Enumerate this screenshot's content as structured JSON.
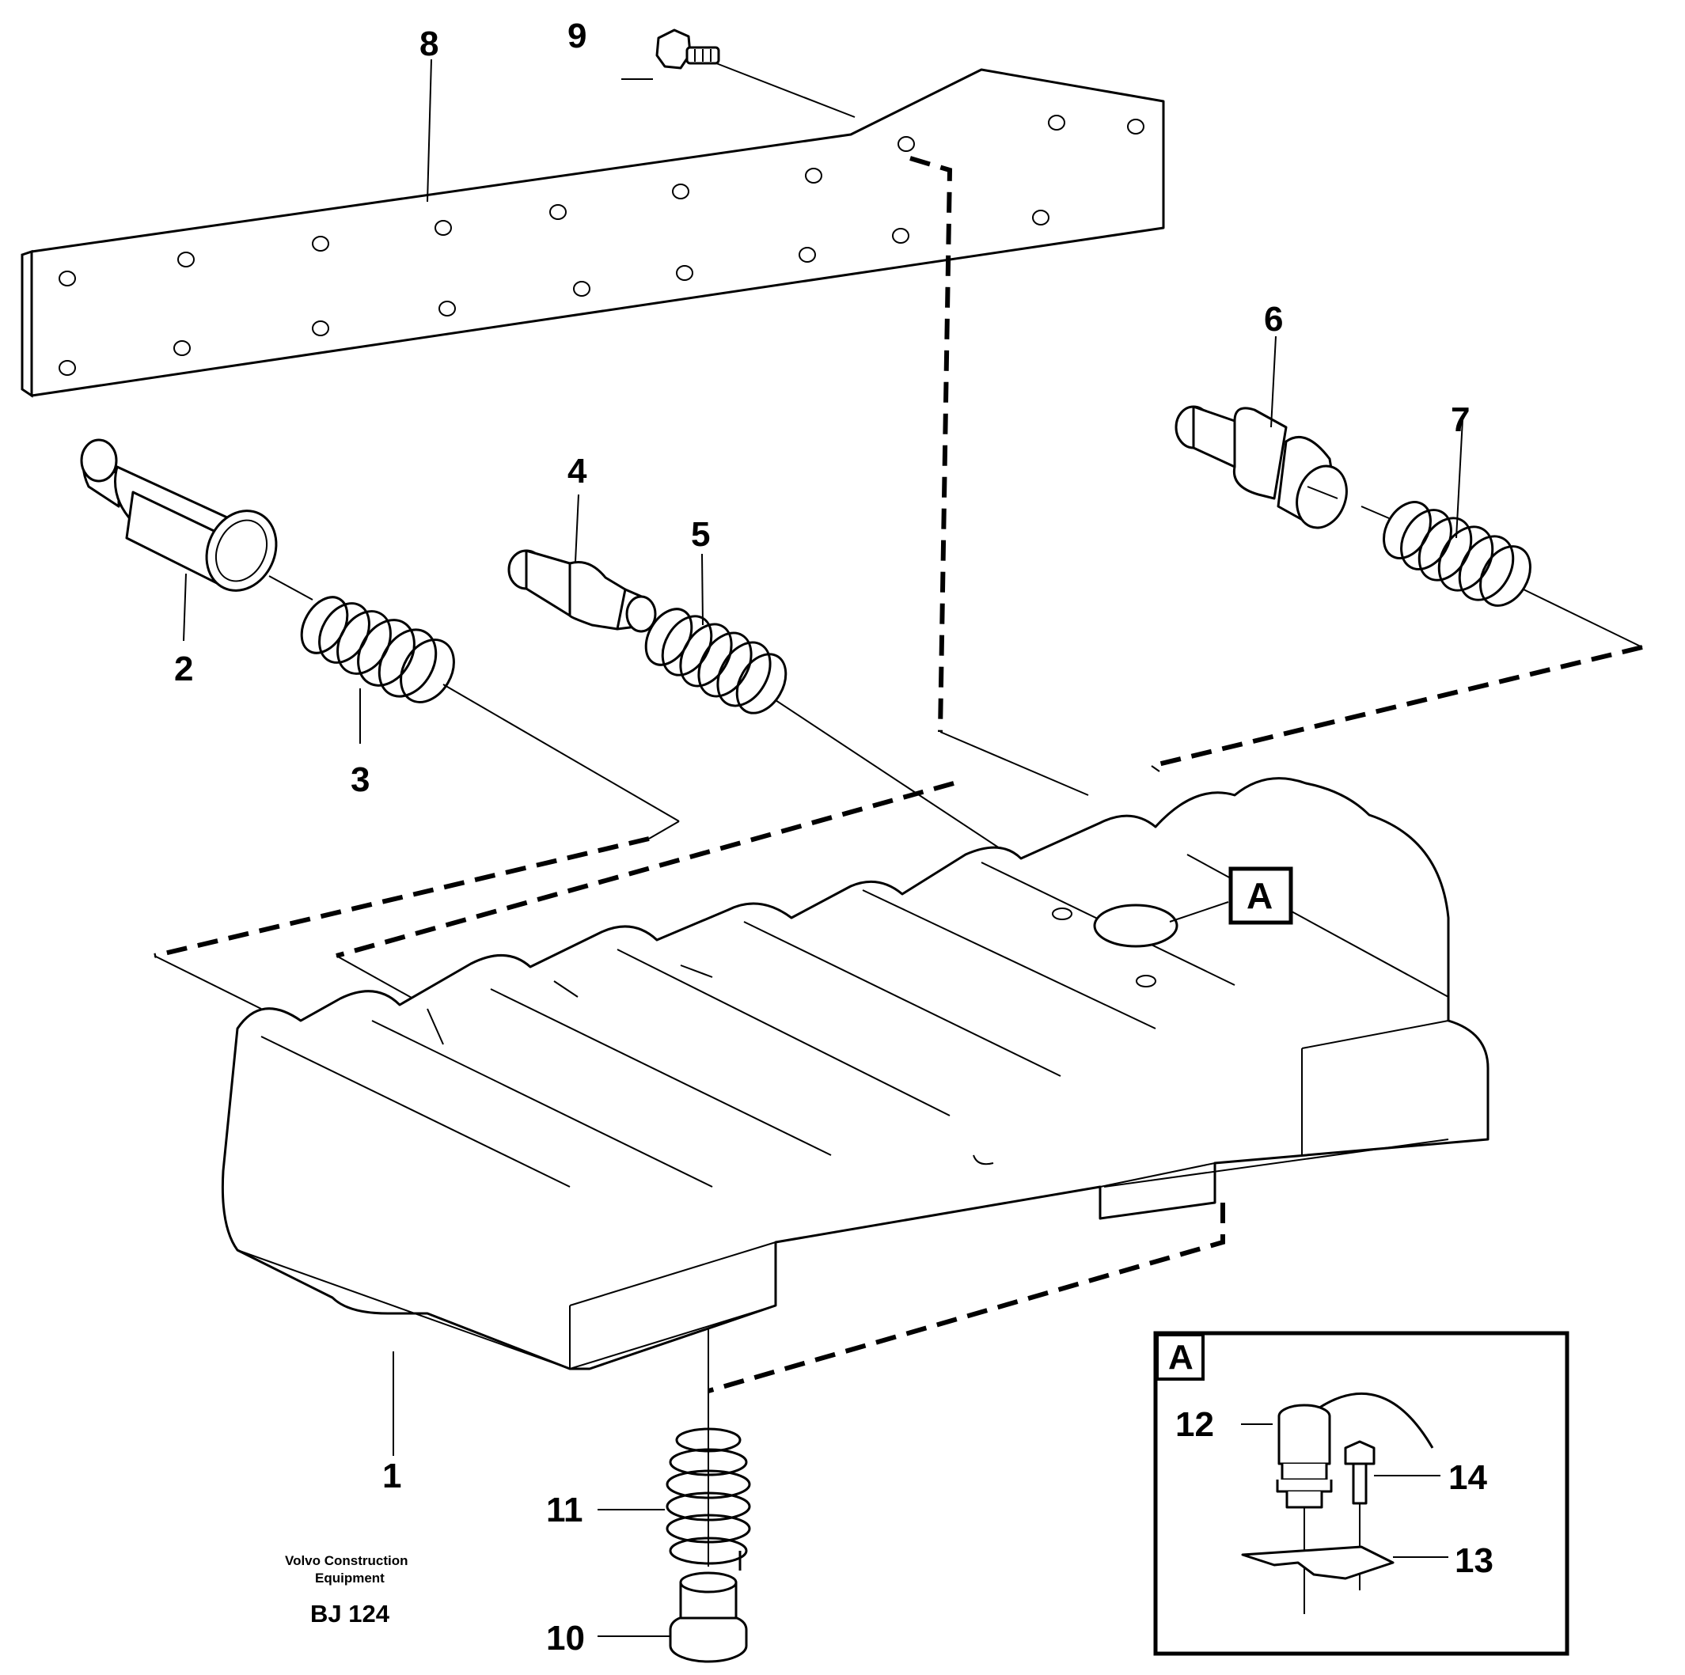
{
  "callouts": {
    "c1": "1",
    "c2": "2",
    "c3": "3",
    "c4": "4",
    "c5": "5",
    "c6": "6",
    "c7": "7",
    "c8": "8",
    "c9": "9",
    "c10": "10",
    "c11": "11",
    "c12": "12",
    "c13": "13",
    "c14": "14"
  },
  "detail": {
    "ref_tag": "A",
    "box_tag": "A"
  },
  "footer": {
    "brand_line1": "Volvo Construction",
    "brand_line2": "Equipment",
    "drawing_ref": "BJ 124"
  }
}
